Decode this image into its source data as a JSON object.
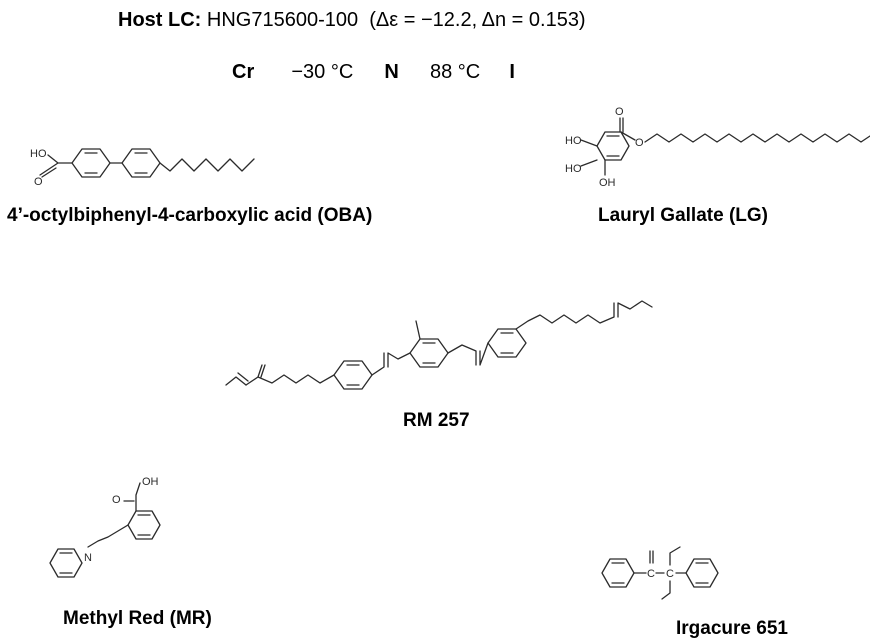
{
  "host": {
    "prefix": "Host LC:",
    "name": "HNG715600-100",
    "delta_eps_sym": "Δε",
    "delta_eps_val": " = −12.2, ",
    "delta_n_sym": "Δn",
    "delta_n_val": " = 0.153)",
    "open_paren": "("
  },
  "phases": {
    "cr": "Cr",
    "t1": "−30 °C",
    "n": "N",
    "t2": "88 °C",
    "i": "I"
  },
  "molecules": {
    "oba": {
      "label": "4’-octylbiphenyl-4-carboxylic acid (OBA)",
      "atoms": {
        "ho": "HO",
        "o": "O"
      }
    },
    "lg": {
      "label": "Lauryl Gallate (LG)",
      "atoms": {
        "ho1": "HO",
        "ho2": "HO",
        "oh": "OH",
        "o1": "O",
        "o2": "O"
      }
    },
    "rm257": {
      "label": "RM 257"
    },
    "mr": {
      "label": "Methyl Red (MR)",
      "atoms": {
        "n": "N",
        "oh": "OH",
        "o": "O"
      }
    },
    "irg": {
      "label": "Irgacure 651",
      "atoms": {
        "c1": "C",
        "c2": "C"
      }
    }
  }
}
